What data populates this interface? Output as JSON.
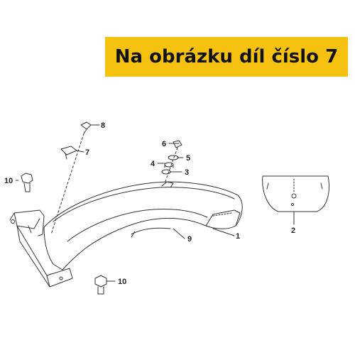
{
  "banner": {
    "text": "Na obrázku díl číslo 7"
  },
  "callouts": {
    "c1": "1",
    "c2": "2",
    "c3": "3",
    "c4": "4",
    "c5": "5",
    "c6": "6",
    "c7": "7",
    "c8": "8",
    "c9": "9",
    "c10a": "10",
    "c10b": "10"
  },
  "colors": {
    "banner": "#f6c211",
    "line": "#333333"
  }
}
